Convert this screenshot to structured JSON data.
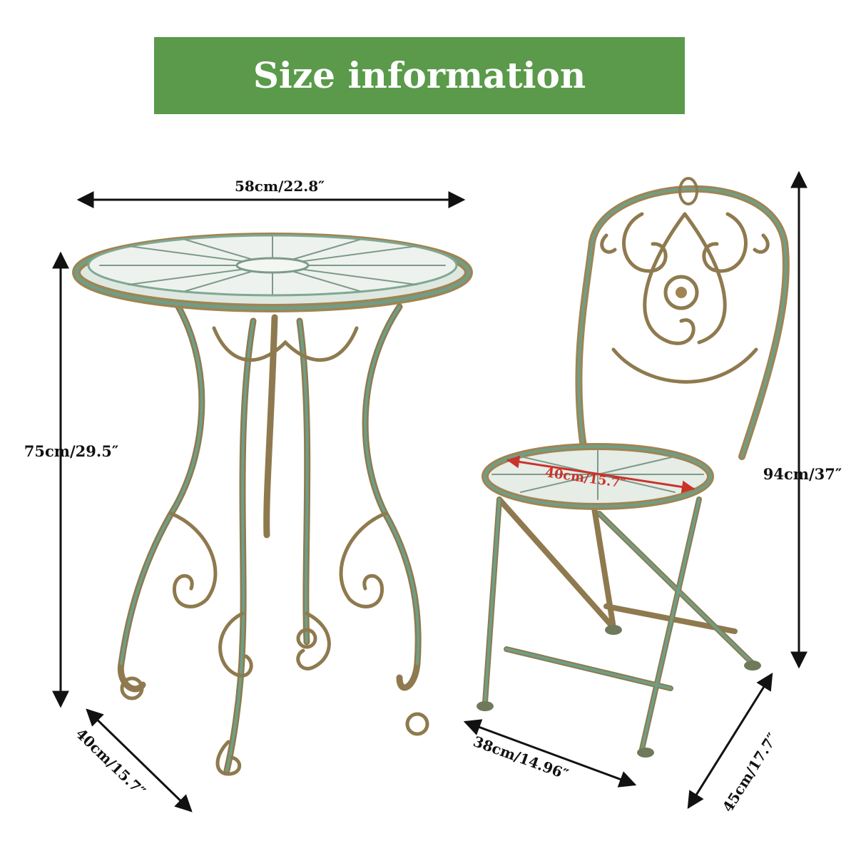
{
  "header": {
    "title": "Size information"
  },
  "table": {
    "width": "58cm/22.8″",
    "height": "75cm/29.5″",
    "depth": "40cm/15.7″"
  },
  "chair": {
    "seat_diameter": "40cm/15.7″",
    "height": "94cm/37″",
    "width": "38cm/14.96″",
    "depth": "45cm/17.7″"
  },
  "colors": {
    "banner": "#5a9a4a",
    "iron_green": "#6f9e86",
    "iron_bronze": "#a08452",
    "measure_red": "#c8342c"
  },
  "icons": {
    "arrow": "double-headed-dimension-arrow"
  }
}
